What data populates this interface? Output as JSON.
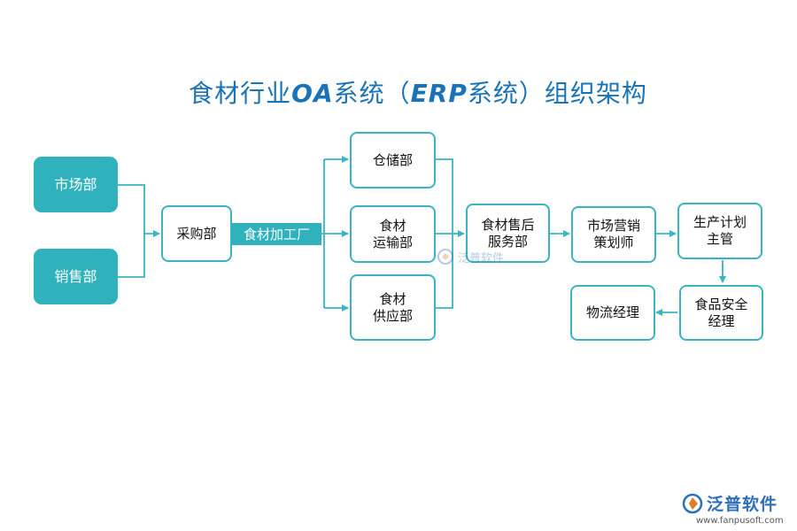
{
  "title": {
    "main": "食材行业",
    "latin1": "OA",
    "mid": "系统（",
    "latin2": "ERP",
    "tail": "系统）组织架构"
  },
  "nodes": {
    "market": "市场部",
    "sales": "销售部",
    "purchase": "采购部",
    "factory": "食材加工厂",
    "warehouse": "仓储部",
    "transport": [
      "食材",
      "运输部"
    ],
    "supply": [
      "食材",
      "供应部"
    ],
    "aftersales": [
      "食材售后",
      "服务部"
    ],
    "marketing_planner": [
      "市场营销",
      "策划师"
    ],
    "production_manager": [
      "生产计划",
      "主管"
    ],
    "food_safety_manager": [
      "食品安全",
      "经理"
    ],
    "logistics_manager": "物流经理"
  },
  "watermark": {
    "text": "泛普软件"
  },
  "brand": {
    "name": "泛普软件",
    "url": "www.fanpusoft.com"
  },
  "colors": {
    "accent": "#30b2bd",
    "title": "#1a73b6",
    "brand": "#2e70b8"
  }
}
